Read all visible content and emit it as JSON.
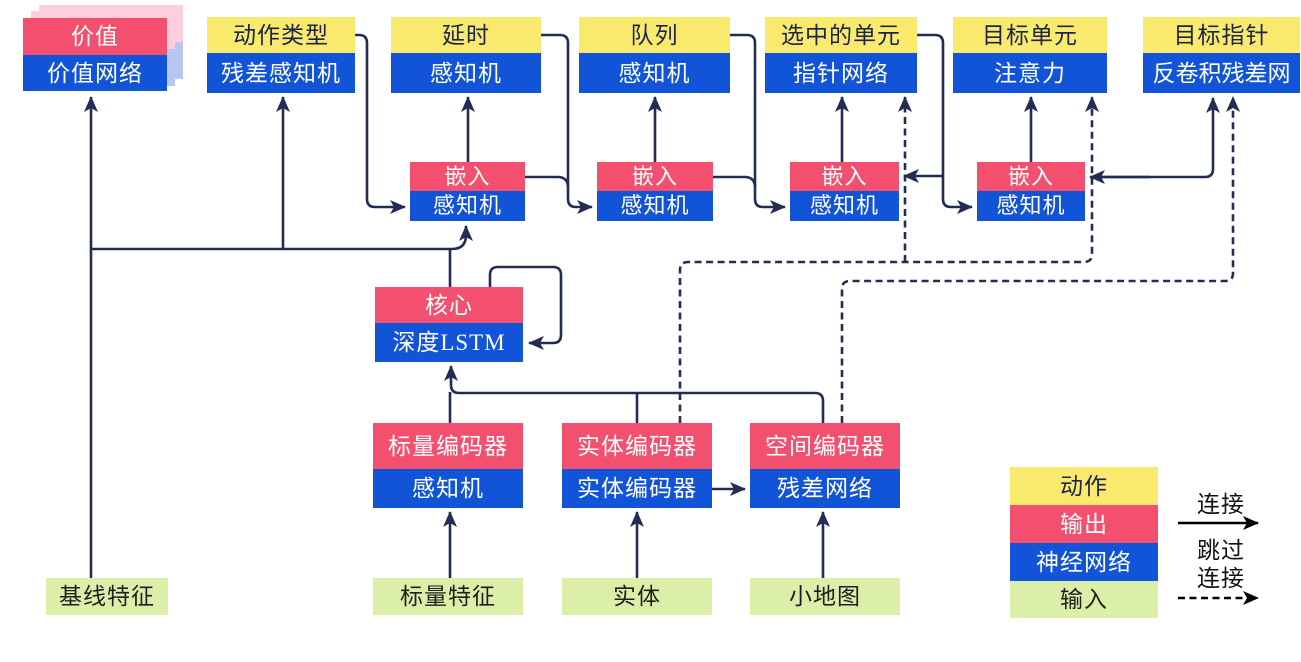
{
  "diagram_title": "",
  "nodes": {
    "value": {
      "top": "价值",
      "bottom": "价值网络"
    },
    "action_type": {
      "top": "动作类型",
      "bottom": "残差感知机"
    },
    "delay": {
      "top": "延时",
      "bottom": "感知机"
    },
    "queue": {
      "top": "队列",
      "bottom": "感知机"
    },
    "selected_units": {
      "top": "选中的单元",
      "bottom": "指针网络"
    },
    "target_unit": {
      "top": "目标单元",
      "bottom": "注意力"
    },
    "target_point": {
      "top": "目标指针",
      "bottom": "反卷积残差网"
    },
    "embed1": {
      "top": "嵌入",
      "bottom": "感知机"
    },
    "embed2": {
      "top": "嵌入",
      "bottom": "感知机"
    },
    "embed3": {
      "top": "嵌入",
      "bottom": "感知机"
    },
    "embed4": {
      "top": "嵌入",
      "bottom": "感知机"
    },
    "core": {
      "top": "核心",
      "bottom": "深度LSTM"
    },
    "scalar_encoder": {
      "top": "标量编码器",
      "bottom": "感知机"
    },
    "entity_encoder": {
      "top": "实体编码器",
      "bottom": "实体编码器"
    },
    "spatial_encoder": {
      "top": "空间编码器",
      "bottom": "残差网络"
    },
    "baseline_features": {
      "label": "基线特征"
    },
    "scalar_features": {
      "label": "标量特征"
    },
    "entities": {
      "label": "实体"
    },
    "minimap": {
      "label": "小地图"
    }
  },
  "legend": {
    "action": "动作",
    "output": "输出",
    "neural_network": "神经网络",
    "input": "输入",
    "connection": "连接",
    "skip_line1": "跳过",
    "skip_line2": "连接"
  },
  "colors": {
    "action_yellow": "#f9e96c",
    "output_red": "#f2506e",
    "network_blue": "#1254d8",
    "input_green": "#dcefa9",
    "wire_navy": "#232c52",
    "legend_arrow_black": "#000000",
    "value_stack_pink": "#fbd0dc",
    "value_stack_blue": "#b9c6f3"
  },
  "edges": [
    {
      "from": "baseline_features",
      "to": "value",
      "style": "solid"
    },
    {
      "from": "core",
      "to": "value",
      "style": "solid"
    },
    {
      "from": "core",
      "to": "action_type",
      "style": "solid"
    },
    {
      "from": "core",
      "to": "embed1",
      "style": "solid"
    },
    {
      "from": "core",
      "to": "core",
      "style": "solid",
      "note": "self-loop"
    },
    {
      "from": "action_type",
      "to": "embed1",
      "style": "solid"
    },
    {
      "from": "embed1",
      "to": "delay",
      "style": "solid"
    },
    {
      "from": "delay",
      "to": "embed2",
      "style": "solid"
    },
    {
      "from": "embed1",
      "to": "embed2",
      "style": "solid"
    },
    {
      "from": "embed2",
      "to": "queue",
      "style": "solid"
    },
    {
      "from": "queue",
      "to": "embed3",
      "style": "solid"
    },
    {
      "from": "embed2",
      "to": "embed3",
      "style": "solid"
    },
    {
      "from": "embed3",
      "to": "selected_units",
      "style": "solid"
    },
    {
      "from": "selected_units",
      "to": "embed3",
      "style": "solid"
    },
    {
      "from": "selected_units",
      "to": "embed4",
      "style": "solid"
    },
    {
      "from": "embed4",
      "to": "target_unit",
      "style": "solid"
    },
    {
      "from": "embed4",
      "to": "target_point",
      "style": "solid",
      "note": "double-headed with feedback into embed4"
    },
    {
      "from": "scalar_encoder",
      "to": "core",
      "style": "solid"
    },
    {
      "from": "entity_encoder",
      "to": "core",
      "style": "solid"
    },
    {
      "from": "spatial_encoder",
      "to": "core",
      "style": "solid"
    },
    {
      "from": "entity_encoder",
      "to": "spatial_encoder",
      "style": "solid"
    },
    {
      "from": "scalar_features",
      "to": "scalar_encoder",
      "style": "solid"
    },
    {
      "from": "entities",
      "to": "entity_encoder",
      "style": "solid"
    },
    {
      "from": "minimap",
      "to": "spatial_encoder",
      "style": "solid"
    },
    {
      "from": "entity_encoder",
      "to": "selected_units",
      "style": "dashed"
    },
    {
      "from": "entity_encoder",
      "to": "target_unit",
      "style": "dashed"
    },
    {
      "from": "spatial_encoder",
      "to": "target_point",
      "style": "dashed"
    }
  ]
}
